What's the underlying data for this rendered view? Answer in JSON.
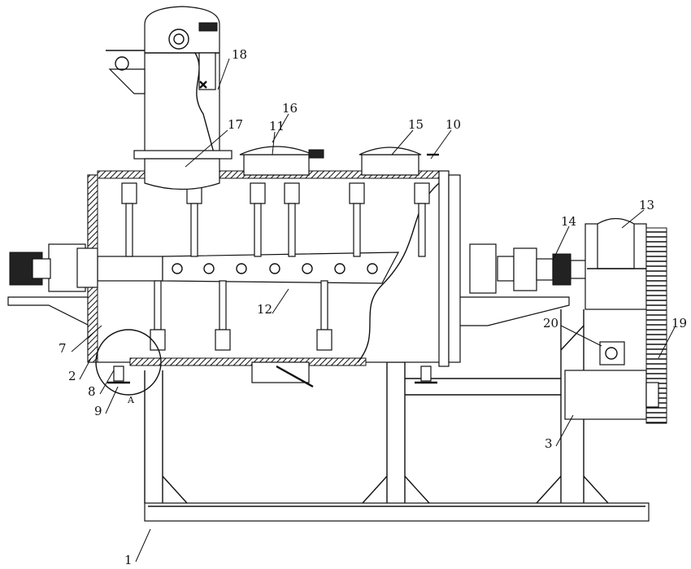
{
  "title": "Horizontal dryer assembly – patent drawing",
  "labels": {
    "l1": "1",
    "l2": "2",
    "l3": "3",
    "l7": "7",
    "l8": "8",
    "l9": "9",
    "lA": "A",
    "l10": "10",
    "l11": "11",
    "l12": "12",
    "l13": "13",
    "l14": "14",
    "l15": "15",
    "l16": "16",
    "l17": "17",
    "l18": "18",
    "l19": "19",
    "l20": "20"
  }
}
